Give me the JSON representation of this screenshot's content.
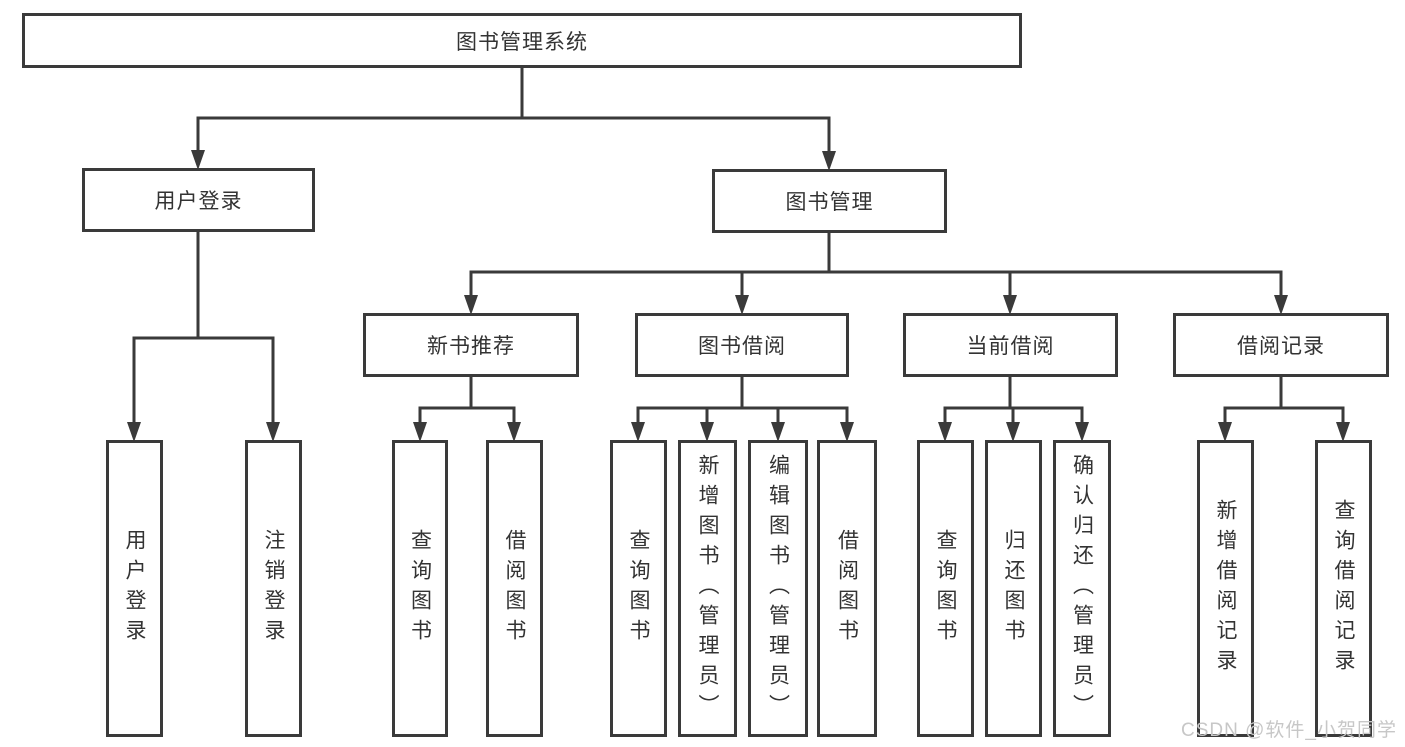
{
  "colors": {
    "line": "#3a3a3a",
    "text": "#333333",
    "watermark": "#c7c7c7"
  },
  "root": {
    "label": "图书管理系统"
  },
  "level2": [
    {
      "id": "user-login",
      "label": "用户登录"
    },
    {
      "id": "book-management",
      "label": "图书管理"
    }
  ],
  "level3": [
    {
      "id": "new-book-recommend",
      "parent": "图书管理",
      "label": "新书推荐"
    },
    {
      "id": "book-borrow",
      "parent": "图书管理",
      "label": "图书借阅"
    },
    {
      "id": "current-borrow",
      "parent": "图书管理",
      "label": "当前借阅"
    },
    {
      "id": "borrow-records",
      "parent": "图书管理",
      "label": "借阅记录"
    }
  ],
  "leaves": [
    {
      "parent": "用户登录",
      "label": "用户登录"
    },
    {
      "parent": "用户登录",
      "label": "注销登录"
    },
    {
      "parent": "新书推荐",
      "label": "查询图书"
    },
    {
      "parent": "新书推荐",
      "label": "借阅图书"
    },
    {
      "parent": "图书借阅",
      "label": "查询图书"
    },
    {
      "parent": "图书借阅",
      "label": "新增图书（管理员）"
    },
    {
      "parent": "图书借阅",
      "label": "编辑图书（管理员）"
    },
    {
      "parent": "图书借阅",
      "label": "借阅图书"
    },
    {
      "parent": "当前借阅",
      "label": "查询图书"
    },
    {
      "parent": "当前借阅",
      "label": "归还图书"
    },
    {
      "parent": "当前借阅",
      "label": "确认归还（管理员）"
    },
    {
      "parent": "借阅记录",
      "label": "新增借阅记录"
    },
    {
      "parent": "借阅记录",
      "label": "查询借阅记录"
    }
  ],
  "watermark": "CSDN @软件_小贺同学"
}
